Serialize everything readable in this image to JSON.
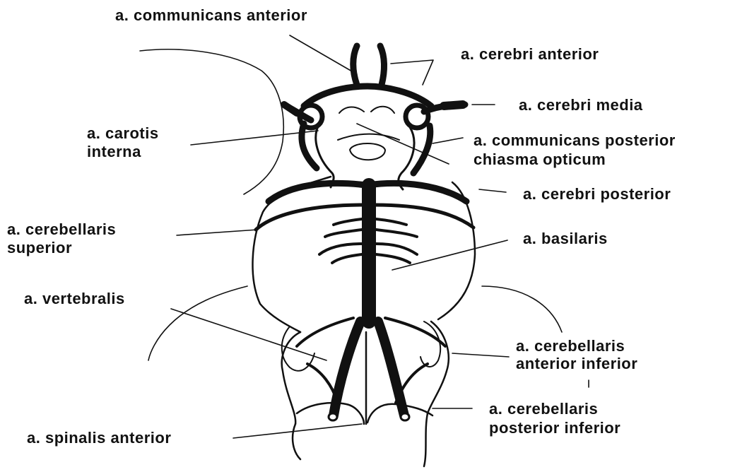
{
  "labels": {
    "communicans_anterior": "a. communicans anterior",
    "cerebri_anterior": "a. cerebri anterior",
    "cerebri_media": "a. cerebri media",
    "carotis_interna_1": "a. carotis",
    "carotis_interna_2": "interna",
    "communicans_posterior": "a. communicans posterior",
    "chiasma_opticum": "chiasma opticum",
    "cerebri_posterior": "a. cerebri posterior",
    "cerebellaris_superior_1": "a. cerebellaris",
    "cerebellaris_superior_2": "superior",
    "basilaris": "a. basilaris",
    "vertebralis": "a. vertebralis",
    "cerebellaris_ant_inf_1": "a. cerebellaris",
    "cerebellaris_ant_inf_2": "anterior inferior",
    "cerebellaris_post_inf_1": "a. cerebellaris",
    "cerebellaris_post_inf_2": "posterior inferior",
    "spinalis_anterior": "a. spinalis anterior"
  },
  "colors": {
    "ink": "#111111",
    "background": "#ffffff"
  }
}
